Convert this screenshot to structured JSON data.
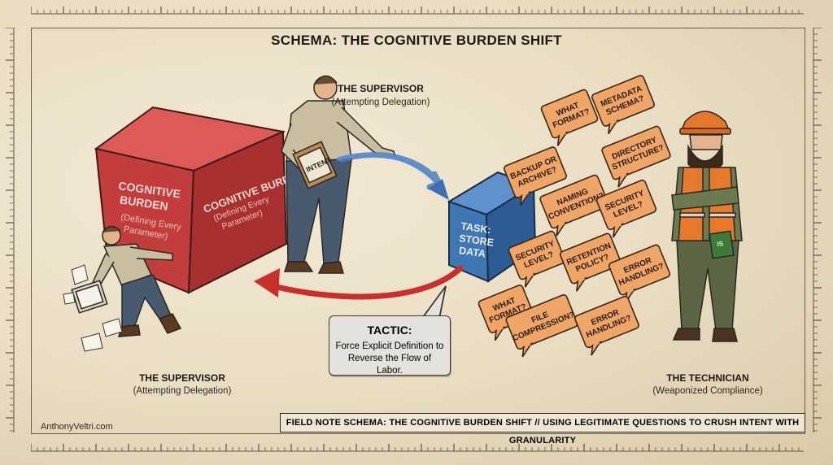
{
  "title": "SCHEMA: THE COGNITIVE BURDEN SHIFT",
  "supervisor_top": {
    "name": "THE SUPERVISOR",
    "role": "(Attempting Delegation)"
  },
  "supervisor_bottom": {
    "name": "THE SUPERVISOR",
    "role": "(Attempting Delegation)"
  },
  "technician": {
    "name": "THE TECHNICIAN",
    "role": "(Weaponized Compliance)"
  },
  "burden_cube": {
    "front_title": [
      "COGNITIVE",
      "BURDEN"
    ],
    "front_sub": [
      "(Defining Every",
      "Parameter)"
    ],
    "side_title": "COGNITIVE BURDEN",
    "side_sub": [
      "(Defining Every",
      "Parameter)"
    ]
  },
  "clipboard_label": "INTENT",
  "task_cube": {
    "lines": [
      "TASK:",
      "STORE",
      "DATA"
    ]
  },
  "notebook_label": "IS",
  "questions": [
    {
      "lines": [
        "WHAT",
        "FORMAT?"
      ]
    },
    {
      "lines": [
        "METADATA",
        "SCHEMA?"
      ]
    },
    {
      "lines": [
        "DIRECTORY",
        "STRUCTURE?"
      ]
    },
    {
      "lines": [
        "BACKUP OR",
        "ARCHIVE?"
      ]
    },
    {
      "lines": [
        "NAMING",
        "CONVENTION?"
      ]
    },
    {
      "lines": [
        "SECURITY",
        "LEVEL?"
      ]
    },
    {
      "lines": [
        "SECURITY",
        "LEVEL?"
      ]
    },
    {
      "lines": [
        "RETENTION",
        "POLICY?"
      ]
    },
    {
      "lines": [
        "ERROR",
        "HANDLING?"
      ]
    },
    {
      "lines": [
        "WHAT",
        "FORMAT?"
      ]
    },
    {
      "lines": [
        "FILE",
        "COMPRESSION?"
      ]
    },
    {
      "lines": [
        "ERROR",
        "HANDLING?"
      ]
    }
  ],
  "tactic": {
    "title": "TACTIC:",
    "body": "Force Explicit Definition to Reverse the Flow of Labor."
  },
  "footer": "FIELD NOTE SCHEMA: THE COGNITIVE BURDEN SHIFT // USING LEGITIMATE QUESTIONS TO CRUSH INTENT WITH GRANULARITY",
  "credit": "AnthonyVeltri.com",
  "colors": {
    "burden": "#c8413f",
    "task": "#3f77b5",
    "bubble": "#eea565",
    "paper": "#ece2cb",
    "ink": "#1d1a16"
  }
}
